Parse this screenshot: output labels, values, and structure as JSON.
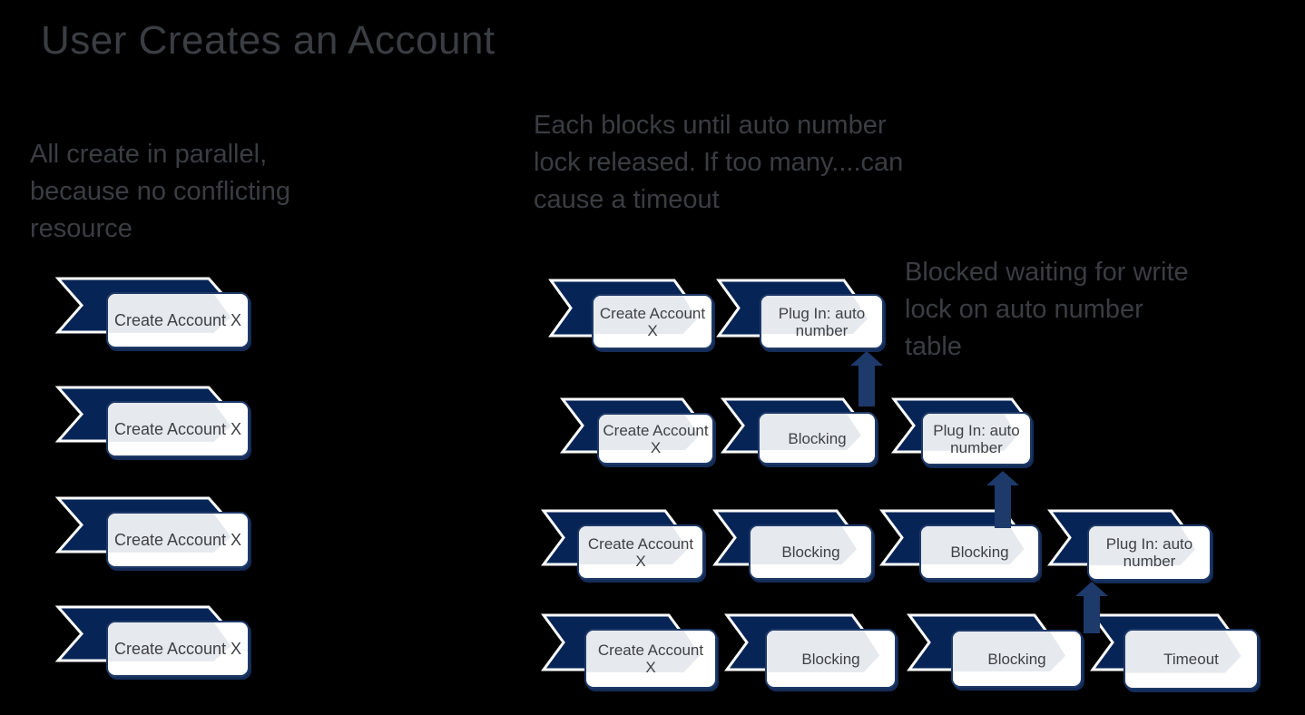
{
  "title": "User Creates an Account",
  "notes": {
    "parallel": "All create in parallel,\nbecause no conflicting\nresource",
    "blocks": "Each blocks until auto number\nlock released. If too many....can\ncause a timeout",
    "blocked": "Blocked waiting for write\nlock on auto number\ntable"
  },
  "left_column": {
    "steps": [
      "Create Account X",
      "Create Account X",
      "Create Account X",
      "Create Account X"
    ]
  },
  "right_rows": [
    {
      "steps": [
        "Create Account\nX",
        "Plug In: auto\nnumber"
      ]
    },
    {
      "steps": [
        "Create Account\nX",
        "Blocking",
        "Plug In: auto\nnumber"
      ]
    },
    {
      "steps": [
        "Create Account\nX",
        "Blocking",
        "Blocking",
        "Plug In: auto\nnumber"
      ]
    },
    {
      "steps": [
        "Create Account\nX",
        "Blocking",
        "Blocking",
        "Timeout"
      ]
    }
  ],
  "arrows": {
    "count": 3,
    "meaning": "blocked waiting, points up to lock holder"
  },
  "colors": {
    "background": "#000000",
    "chevron_fill": "#062456",
    "chevron_outline": "#ffffff",
    "box_border": "#1f3a68",
    "box_fill": "#ffffff",
    "box_shadow": "#142c58",
    "inner_chevron": "#e6e9ee",
    "arrow": "#1e3a6a",
    "text_primary": "#3a3d42",
    "label_text": "#3f4245"
  }
}
